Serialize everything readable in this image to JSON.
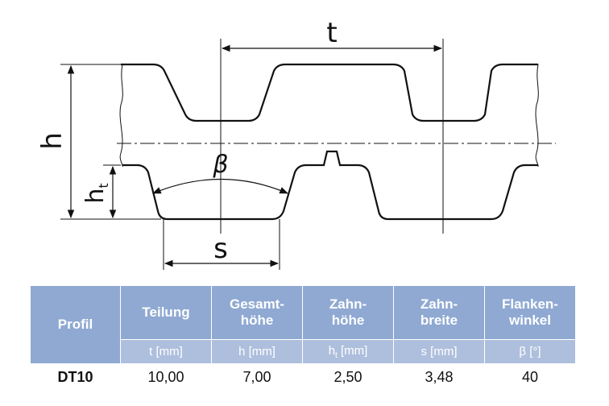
{
  "diagram": {
    "labels": {
      "t": "t",
      "h": "h",
      "ht_main": "h",
      "ht_sub": "t",
      "beta": "β",
      "s": "s"
    }
  },
  "table": {
    "headers": [
      {
        "line1": "Profil",
        "line2": ""
      },
      {
        "line1": "Teilung",
        "line2": ""
      },
      {
        "line1": "Gesamt-",
        "line2": "höhe"
      },
      {
        "line1": "Zahn-",
        "line2": "höhe"
      },
      {
        "line1": "Zahn-",
        "line2": "breite"
      },
      {
        "line1": "Flanken-",
        "line2": "winkel"
      }
    ],
    "units": [
      "",
      "t [mm]",
      "h [mm]",
      "h",
      "s [mm]",
      "β [°]"
    ],
    "unit_ht_sub": "t",
    "unit_ht_suffix": " [mm]",
    "row": {
      "profile": "DT10",
      "values": [
        "10,00",
        "7,00",
        "2,50",
        "3,48",
        "40"
      ]
    }
  },
  "colors": {
    "header_bg": "#8fa9d2",
    "unit_bg": "#aebfdd",
    "line": "#111111"
  }
}
